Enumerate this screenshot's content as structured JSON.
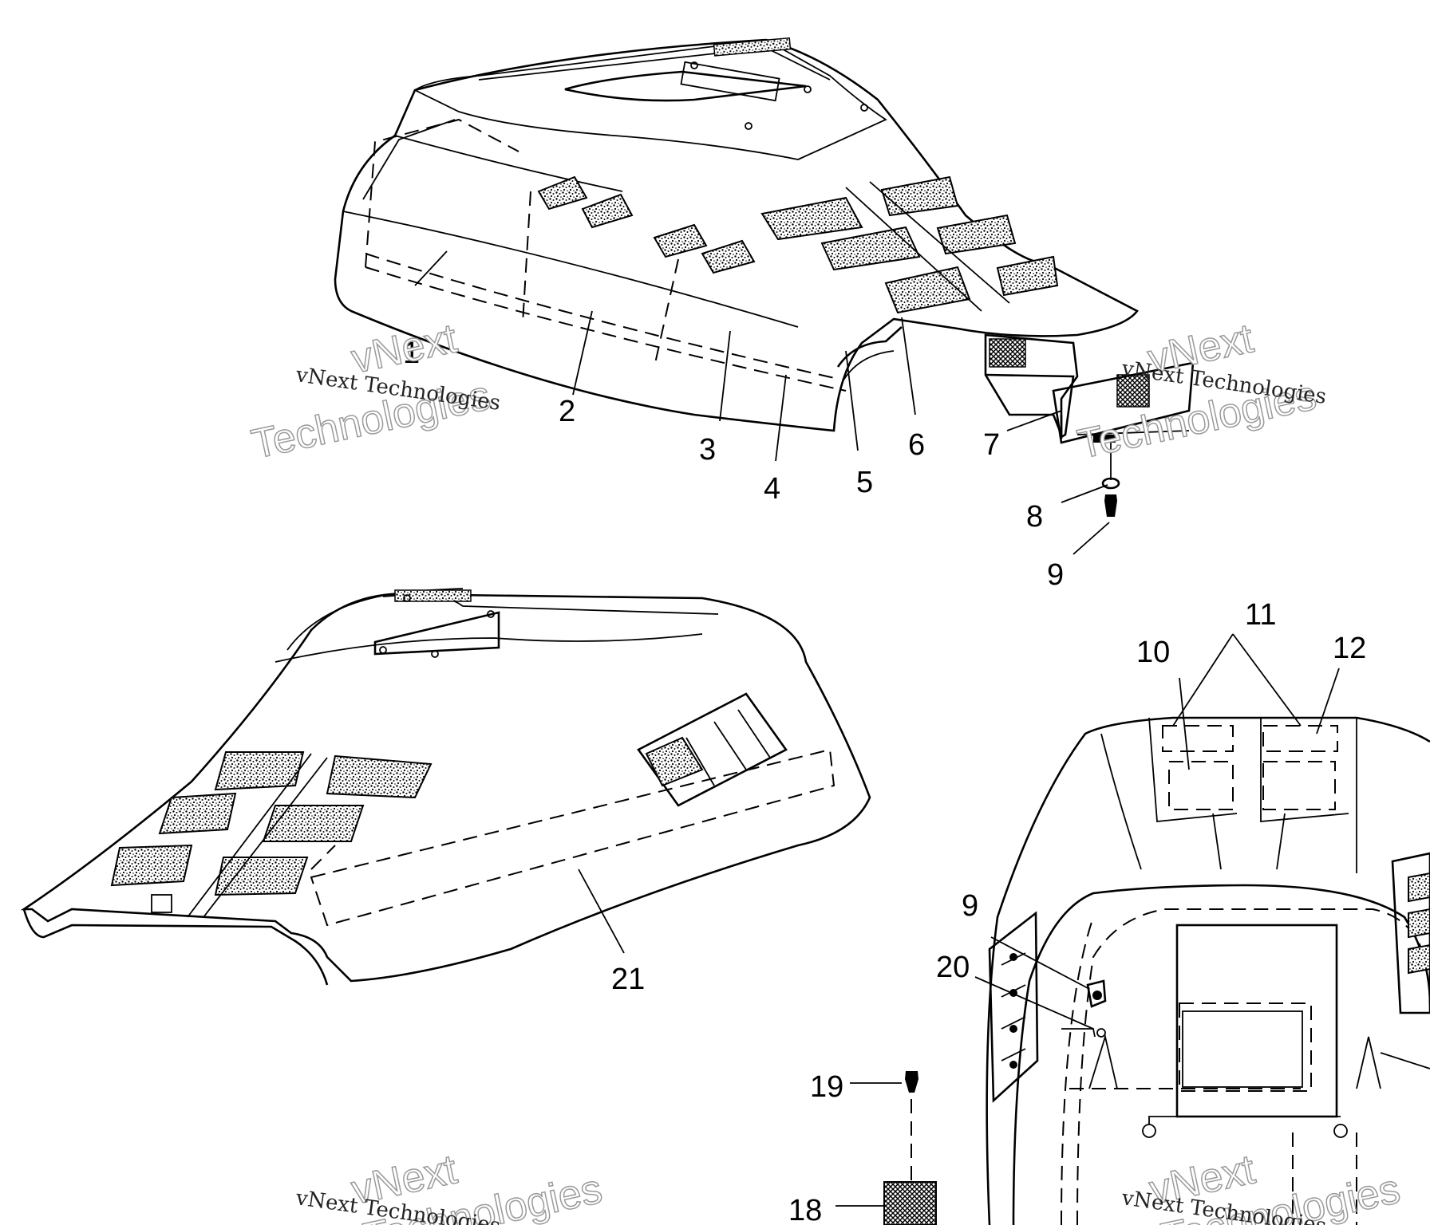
{
  "callouts": {
    "c1": "1",
    "c2": "2",
    "c3": "3",
    "c4": "4",
    "c5": "5",
    "c6": "6",
    "c7": "7",
    "c8": "8",
    "c9a": "9",
    "c9b": "9",
    "c10": "10",
    "c11": "11",
    "c12": "12",
    "c18": "18",
    "c19": "19",
    "c20": "20",
    "c21": "21"
  },
  "watermark": {
    "small": "vNext Technologies",
    "big_top": "vNext",
    "big_bottom": "Technologies"
  }
}
